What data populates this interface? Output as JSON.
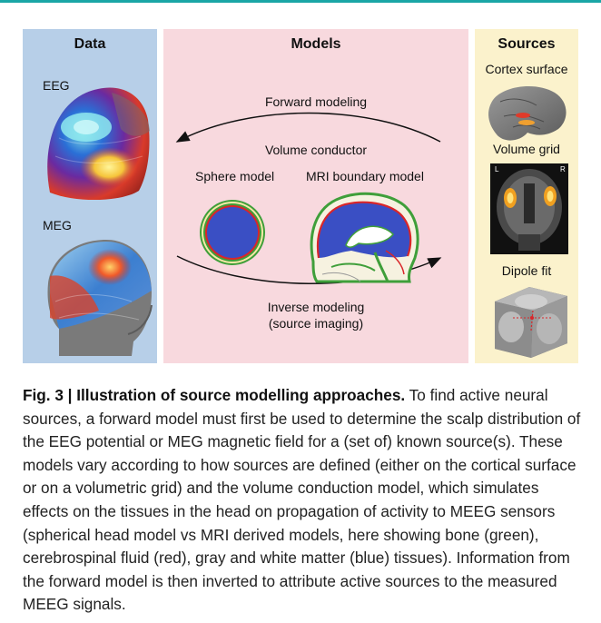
{
  "figure": {
    "panels": {
      "data": {
        "title": "Data",
        "eeg_label": "EEG",
        "meg_label": "MEG"
      },
      "models": {
        "title": "Models",
        "forward": "Forward modeling",
        "volume_conductor": "Volume conductor",
        "sphere": "Sphere model",
        "mri": "MRI boundary model",
        "inverse_line1": "Inverse modeling",
        "inverse_line2": "(source imaging)"
      },
      "sources": {
        "title": "Sources",
        "cortex": "Cortex surface",
        "volume": "Volume grid",
        "dipole": "Dipole fit",
        "l_marker": "L",
        "r_marker": "R"
      }
    },
    "colors": {
      "data_panel": "#b7cfe8",
      "models_panel": "#f8d9de",
      "sources_panel": "#fbf2cc",
      "bone": "#3f9f3a",
      "csf": "#d9262a",
      "tissue": "#3a4fc4"
    }
  },
  "caption": {
    "label": "Fig. 3 | Illustration of source modelling approaches.",
    "text": " To find active neural sources, a forward model must first be used to determine the scalp distribution of the EEG potential or MEG magnetic field for a (set of) known source(s). These models vary according to how sources are defined (either on the cortical surface or on a volumetric grid) and the volume conduction model, which simulates effects on the tissues in the head on propagation of activity to MEEG sensors (spherical head model vs MRI derived models, here showing bone (green), cerebrospinal fluid (red), gray and white matter (blue) tissues). Information from the forward model is then inverted to attribute active sources to the measured MEEG signals."
  }
}
